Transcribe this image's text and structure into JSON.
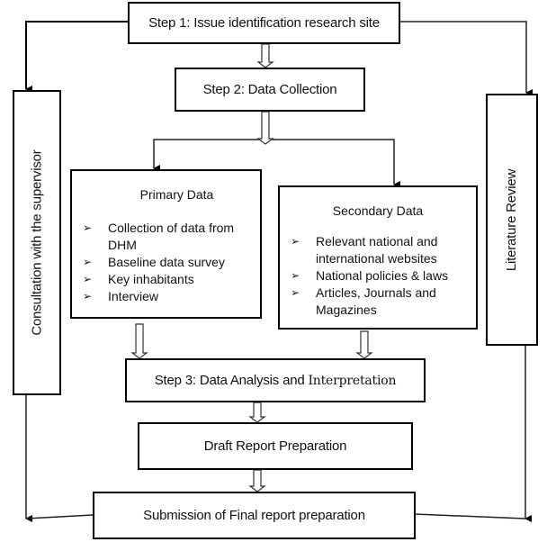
{
  "diagram": {
    "steps": {
      "step1": "Step 1: Issue identification research site",
      "step2": "Step 2: Data Collection",
      "step3_prefix": "Step 3: Data Analysis and ",
      "step3_suffix": "Interpretation",
      "draft": "Draft Report Preparation",
      "submission": "Submission of Final report preparation"
    },
    "side_boxes": {
      "left": "Consultation with the supervisor",
      "right": "Literature Review"
    },
    "primary": {
      "title": "Primary Data",
      "items": [
        "Collection of data from",
        "DHM",
        "Baseline data survey",
        "Key inhabitants",
        "Interview"
      ]
    },
    "secondary": {
      "title": "Secondary Data",
      "items": [
        "Relevant national and",
        "international websites",
        "National policies & laws",
        "Articles, Journals and",
        "Magazines"
      ]
    },
    "bullet_icon": "arrowhead-bullet",
    "bullet_glyph": "➢"
  }
}
